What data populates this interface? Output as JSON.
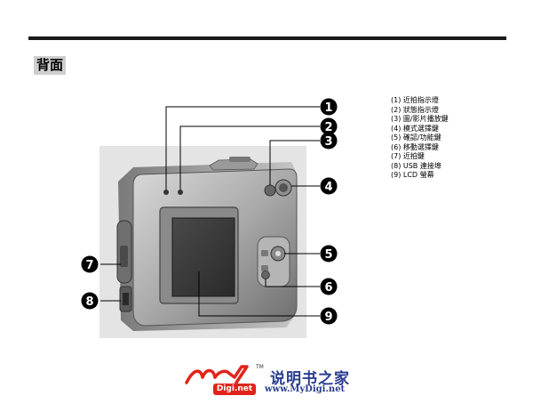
{
  "section_title": "背面",
  "legend": [
    "(1) 近拍指示燈",
    "(2) 狀態指示燈",
    "(3) 圖/影片播放鍵",
    "(4) 模式選擇鍵",
    "(5) 確認/功能鍵",
    "(6) 移動選擇鍵",
    "(7) 近拍鍵",
    "(8) USB 連接埠",
    "(9) LCD 螢幕"
  ],
  "callouts": [
    "1",
    "2",
    "3",
    "4",
    "5",
    "6",
    "7",
    "8",
    "9"
  ],
  "logo": {
    "brand": "说明书之家",
    "url": "www.MyDigi.net",
    "net_badge": "Digi.net",
    "tm": "TM"
  },
  "colors": {
    "logo_red": "#e2231a",
    "logo_blue": "#2a3c8f"
  }
}
